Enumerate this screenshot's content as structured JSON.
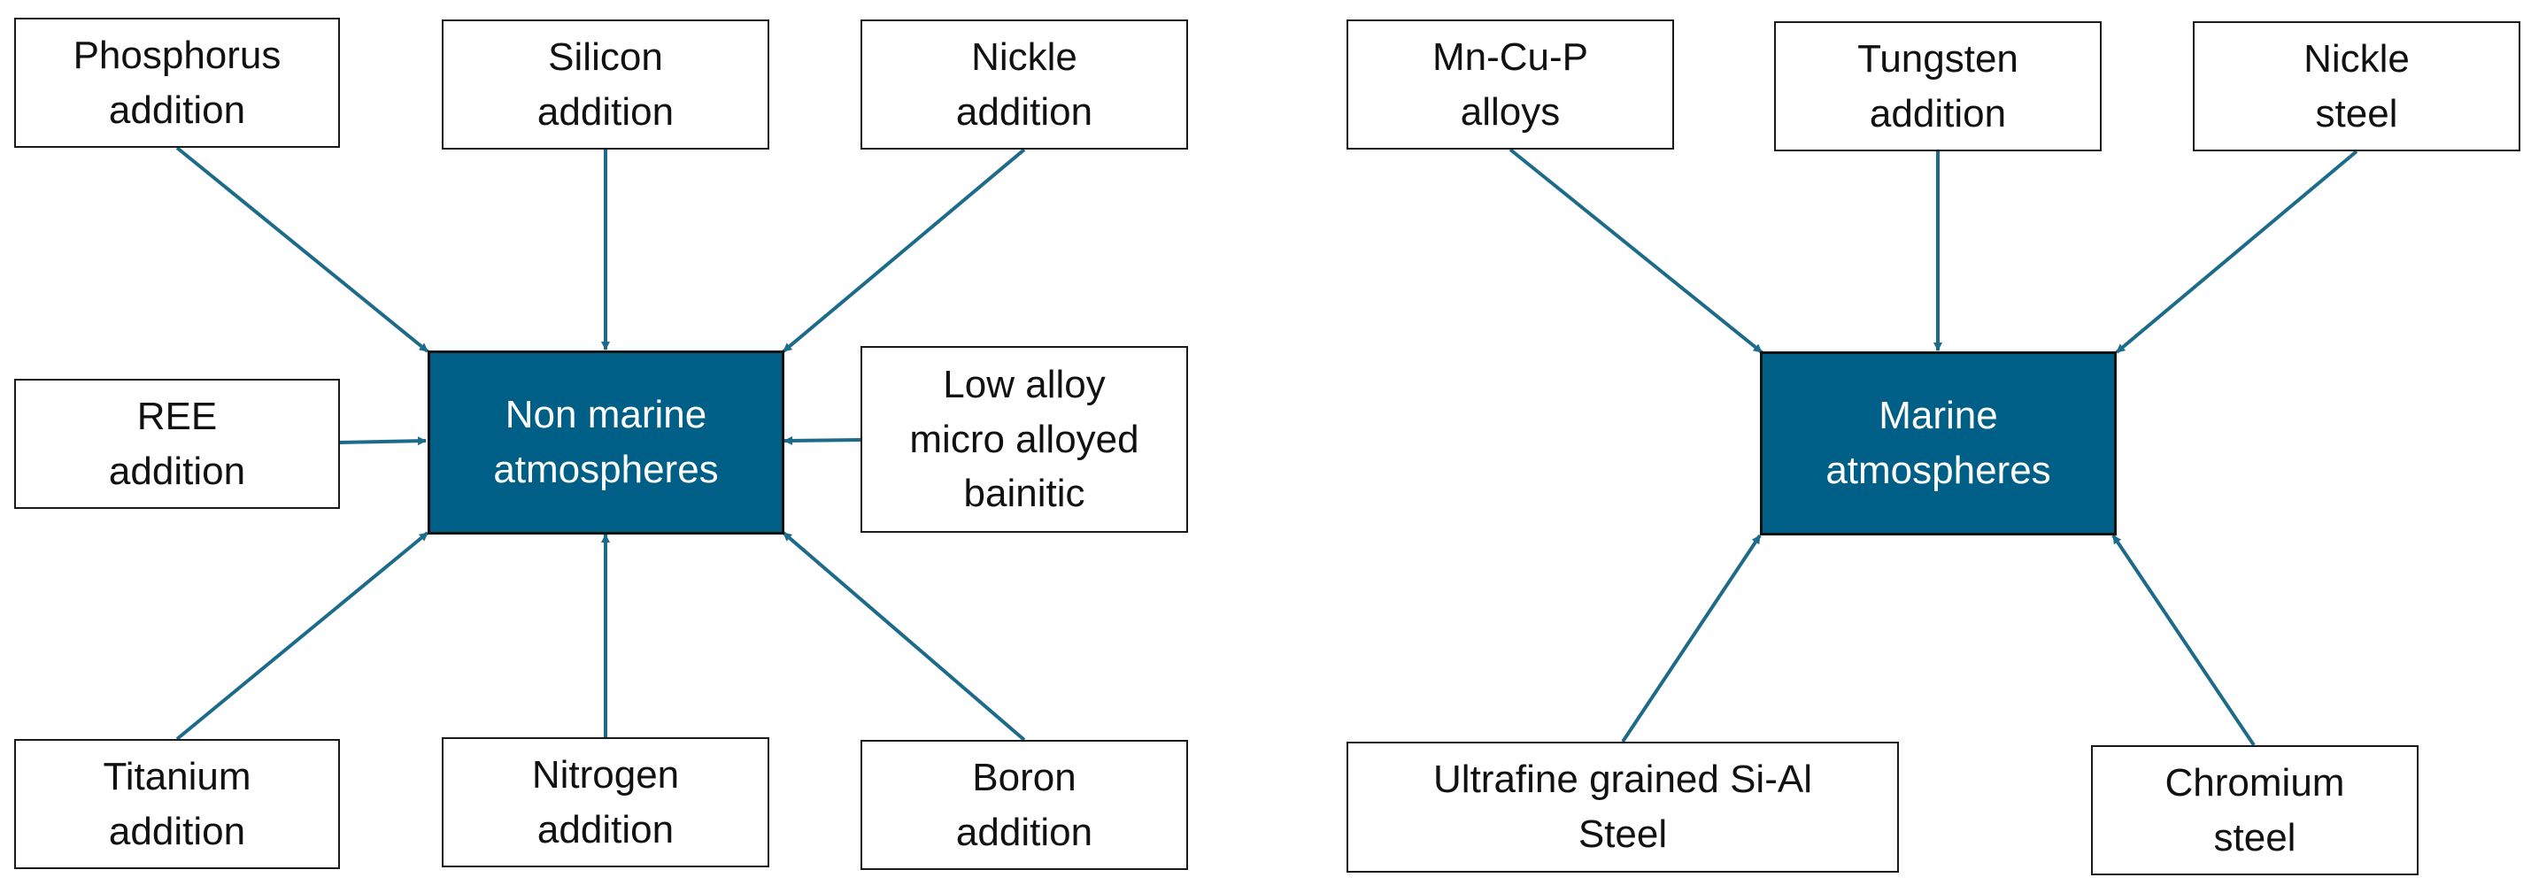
{
  "colors": {
    "hub_fill": "#005f87",
    "arrow": "#1d6b8a",
    "box_border": "#1a1a1a",
    "box_text": "#111111",
    "hub_text": "#ffffff"
  },
  "left_group": {
    "hub": [
      "Non marine",
      "atmospheres"
    ],
    "nodes": {
      "phosphorus": [
        "Phosphorus",
        "addition"
      ],
      "silicon": [
        "Silicon",
        "addition"
      ],
      "nickle": [
        "Nickle",
        "addition"
      ],
      "ree": [
        "REE",
        "addition"
      ],
      "low_alloy": [
        "Low alloy",
        "micro alloyed",
        "bainitic"
      ],
      "titanium": [
        "Titanium",
        "addition"
      ],
      "nitrogen": [
        "Nitrogen",
        "addition"
      ],
      "boron": [
        "Boron",
        "addition"
      ]
    }
  },
  "right_group": {
    "hub": [
      "Marine",
      "atmospheres"
    ],
    "nodes": {
      "mn_cu_p": [
        "Mn-Cu-P",
        "alloys"
      ],
      "tungsten": [
        "Tungsten",
        "addition"
      ],
      "nickle_steel": [
        "Nickle",
        "steel"
      ],
      "ultrafine": [
        "Ultrafine grained Si-Al",
        "Steel"
      ],
      "chromium": [
        "Chromium",
        "steel"
      ]
    }
  }
}
